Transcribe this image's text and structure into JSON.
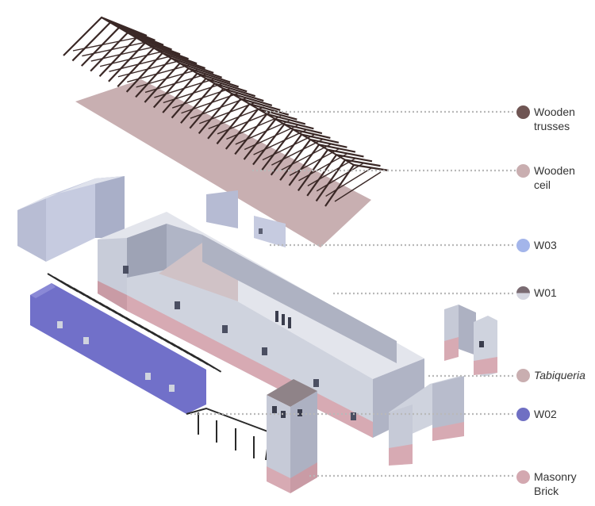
{
  "legend": [
    {
      "id": "wooden-trusses",
      "label": "Wooden\ntrusses",
      "color": "#6f5553",
      "italic": false
    },
    {
      "id": "wooden-ceil",
      "label": "Wooden\nceil",
      "color": "#c9aeb0",
      "italic": false
    },
    {
      "id": "w03",
      "label": "W03",
      "color": "#a3b5ea",
      "italic": false
    },
    {
      "id": "w01",
      "label": "W01",
      "color": "#d5d6e0",
      "accent": "#7a6b72",
      "italic": false
    },
    {
      "id": "tabiqueria",
      "label": "Tabiqueria",
      "color": "#c9aeb0",
      "italic": true
    },
    {
      "id": "w02",
      "label": "W02",
      "color": "#6f6fc3",
      "italic": false
    },
    {
      "id": "masonry-brick",
      "label": "Masonry\nBrick",
      "color": "#d3a8b0",
      "italic": false
    }
  ],
  "colors": {
    "truss": "#3a2826",
    "ceiling": "#c8afb1",
    "wall_light": "#cfd3de",
    "wall_dark": "#a9adbd",
    "wall_top": "#e3e5ec",
    "brick": "#d7aab3",
    "w02": "#7170c9",
    "w03": "#c6cbe0",
    "leader": "#b9b9b9"
  }
}
